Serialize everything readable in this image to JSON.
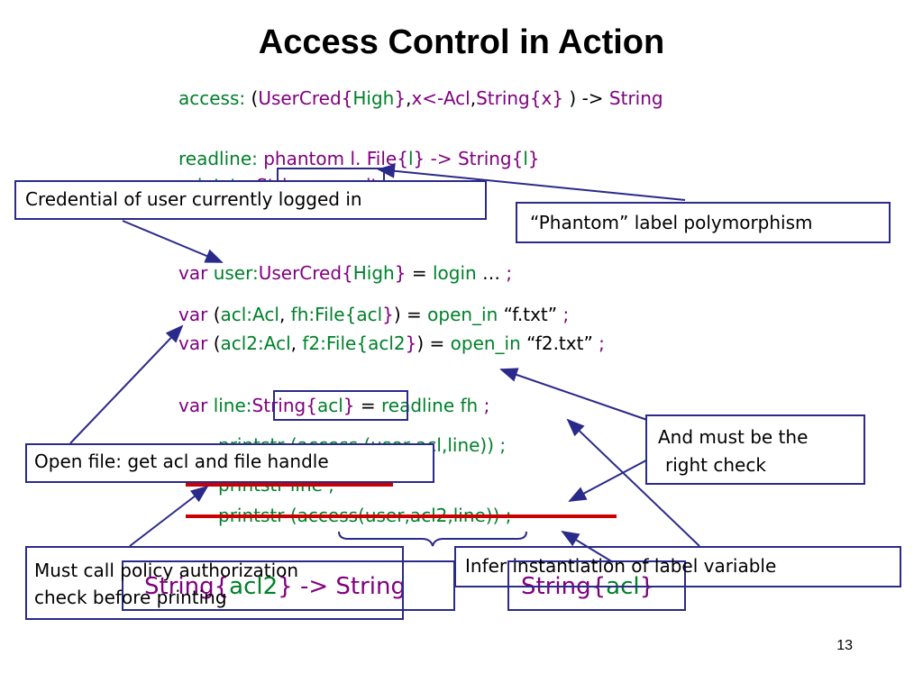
{
  "slide": {
    "title": "Access Control in Action",
    "page_number": "13"
  },
  "code": {
    "l1": {
      "a": "access:",
      "b": "(",
      "c": "UserCred{",
      "d": "High",
      "e": "}",
      "f": ",",
      "g": "x",
      "h": "<-Acl",
      "i": ",",
      "j": "String{",
      "k": "x",
      "l": "}",
      ") -> ": ") ->",
      "n": "String"
    },
    "l2": {
      "a": "readline:",
      "b": "phantom",
      "c": "l.",
      "d": "File{",
      "e": "l",
      "f": "} ->",
      "g": "String{",
      "h": "l",
      "i": "}"
    },
    "l3": {
      "a": "printstr:",
      "b": "String",
      "c": "->",
      "d": "unit"
    },
    "l4": {
      "a": "var",
      "b": "user:",
      "c": "UserCred{",
      "d": "High",
      "e": "}",
      "f": "=",
      "g": "login",
      "h": "…",
      "i": ";"
    },
    "l5": {
      "a": "var",
      "b": "(",
      "c": "acl:Acl",
      "d": ",",
      "e": "fh:File{",
      "f": "acl",
      "g": "}",
      "h": ") =",
      "i": "open_in",
      "j": "“f.txt”",
      "k": ";"
    },
    "l6": {
      "a": "var",
      "b": "(",
      "c": "acl2:Acl",
      "d": ",",
      "e": "f2:File{",
      "f": "acl2",
      "g": "}",
      "h": ") =",
      "i": "open_in",
      "j": "“f2.txt”",
      "k": ";"
    },
    "l7": {
      "a": "var",
      "b": "line:",
      "c": "String{",
      "d": "acl",
      "e": "}",
      "f": "=",
      "g": "readline fh",
      "h": ";"
    },
    "l8": "printstr (access (user,acl,line)) ;",
    "l9": "printstr line ;",
    "l10": "printstr (access(user,acl2,line)) ;"
  },
  "callouts": {
    "credential": "Credential of user currently logged in",
    "phantom": "“Phantom” label polymorphism",
    "openfile": "Open file: get acl and file handle",
    "rightcheck_1": "And must be the",
    "rightcheck_2": "right check",
    "mustcall_1": "Must call policy authorization",
    "mustcall_2": "check before printing",
    "infer": "Infer instantiation of label variable"
  },
  "types": {
    "left": {
      "a": "String{",
      "b": "acl2",
      "c": "} -> String"
    },
    "right": {
      "a": "String{",
      "b": "acl",
      "c": "}"
    }
  },
  "colors": {
    "green": "#00802a",
    "purple": "#800080",
    "box_border": "#2a2a8a",
    "strike": "#cc0000"
  }
}
